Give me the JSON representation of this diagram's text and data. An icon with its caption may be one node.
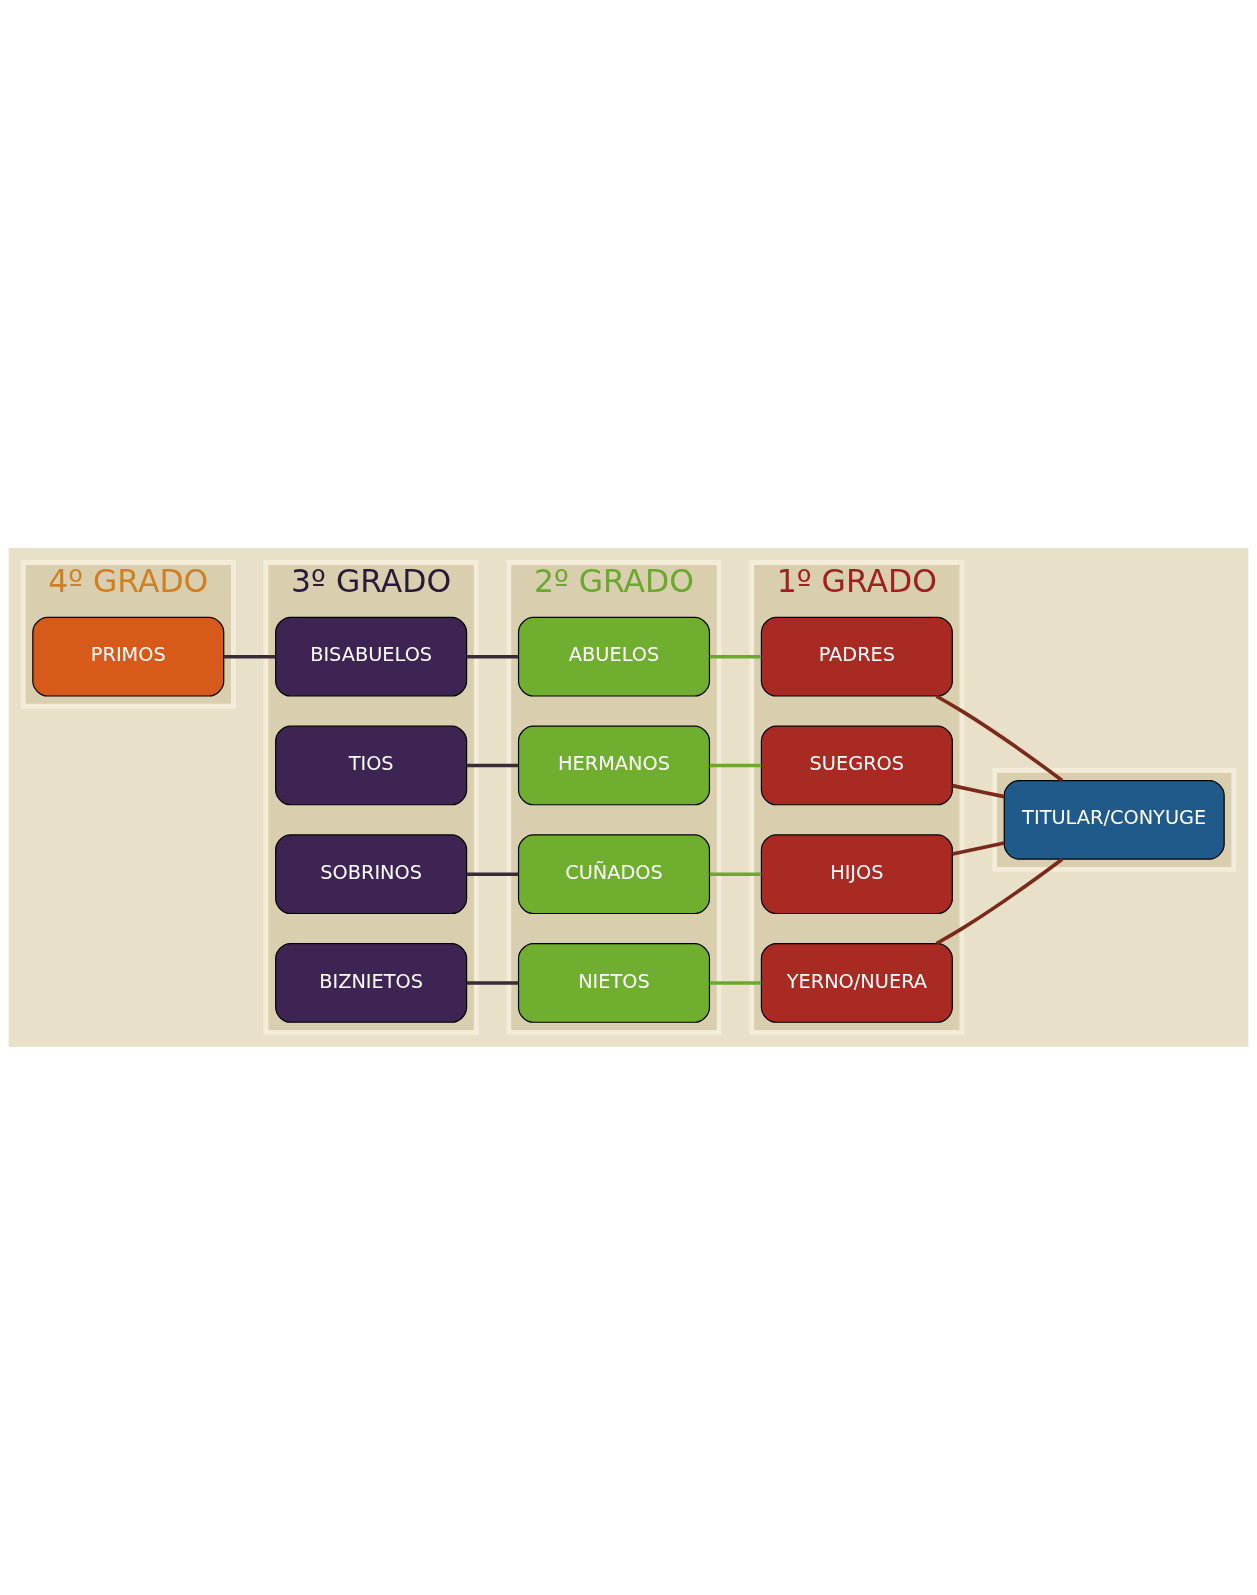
{
  "diagram": {
    "nodes": [
      {
        "text": [],
        "shape": "box"
      },
      {
        "text": [
          "TITULAR/CONYUGE"
        ],
        "in": 0
      },
      {
        "text": [
          "1º GRADO"
        ]
      },
      {
        "text": [
          "PADRES"
        ],
        "in": 2
      },
      {
        "text": [
          "SUEGROS"
        ],
        "in": 2
      },
      {
        "text": [
          "HIJOS"
        ],
        "in": 2
      },
      {
        "text": [
          "YERNO/NUERA"
        ],
        "in": 2
      },
      {
        "text": [
          "2º GRADO"
        ]
      },
      {
        "text": [
          "ABUELOS"
        ],
        "in": 7
      },
      {
        "text": [
          "HERMANOS"
        ],
        "in": 7
      },
      {
        "text": [
          "CUÑADOS"
        ],
        "in": 7
      },
      {
        "text": [
          "NIETOS"
        ],
        "in": 7
      },
      {
        "text": [
          "3º GRADO"
        ]
      },
      {
        "text": [
          "BISABUELOS"
        ],
        "in": 12
      },
      {
        "text": [
          "TIOS"
        ],
        "in": 12
      },
      {
        "text": [
          "SOBRINOS"
        ],
        "in": 12
      },
      {
        "text": [
          "BIZNIETOS"
        ],
        "in": 12
      },
      {
        "text": [
          "4º GRADO"
        ]
      },
      {
        "text": [
          "PRIMOS"
        ],
        "in": 17
      }
    ],
    "edges": [
      {
        "from": 1,
        "to": 3,
        "arrow": "none",
        "color": "#7a2a1a"
      },
      {
        "from": 1,
        "to": 4,
        "arrow": "none",
        "color": "#7a2a1a"
      },
      {
        "from": 1,
        "to": 5,
        "arrow": "none",
        "color": "#7a2a1a"
      },
      {
        "from": 1,
        "to": 6,
        "arrow": "none",
        "color": "#7a2a1a"
      },
      {
        "from": 3,
        "to": 8,
        "arrow": "none",
        "color": "#6aa82e"
      },
      {
        "from": 4,
        "to": 9,
        "arrow": "none",
        "color": "#6aa82e"
      },
      {
        "from": 5,
        "to": 10,
        "arrow": "none",
        "color": "#6aa82e"
      },
      {
        "from": 6,
        "to": 11,
        "arrow": "none",
        "color": "#6aa82e"
      },
      {
        "from": 8,
        "to": 13,
        "arrow": "none"
      },
      {
        "from": 9,
        "to": 14,
        "arrow": "none"
      },
      {
        "from": 10,
        "to": 15,
        "arrow": "none"
      },
      {
        "from": 11,
        "to": 16,
        "arrow": "none"
      },
      {
        "from": 13,
        "to": 18,
        "arrow": "none"
      }
    ]
  }
}
